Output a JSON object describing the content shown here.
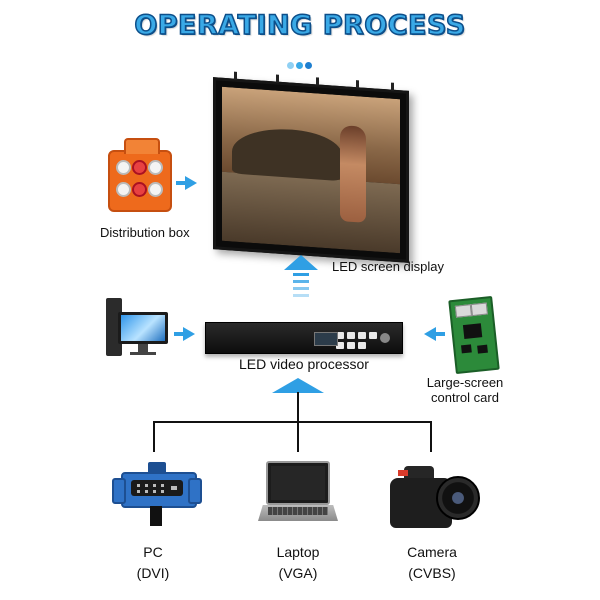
{
  "title": "OPERATING PROCESS",
  "colors": {
    "title_fill": "#3aa9e6",
    "title_stroke": "#0d4f8a",
    "arrow": "#2f9fe4",
    "dot_1": "#8fd0f3",
    "dot_2": "#3aa9e6",
    "dot_3": "#1e7fd0",
    "line": "#111111"
  },
  "components": {
    "distribution_box": "Distribution box",
    "led_screen": "LED screen display",
    "video_processor": "LED video processor",
    "control_card_line1": "Large-screen",
    "control_card_line2": "control card"
  },
  "sources": [
    {
      "name": "PC",
      "signal": "(DVI)"
    },
    {
      "name": "Laptop",
      "signal": "(VGA)"
    },
    {
      "name": "Camera",
      "signal": "(CVBS)"
    }
  ]
}
